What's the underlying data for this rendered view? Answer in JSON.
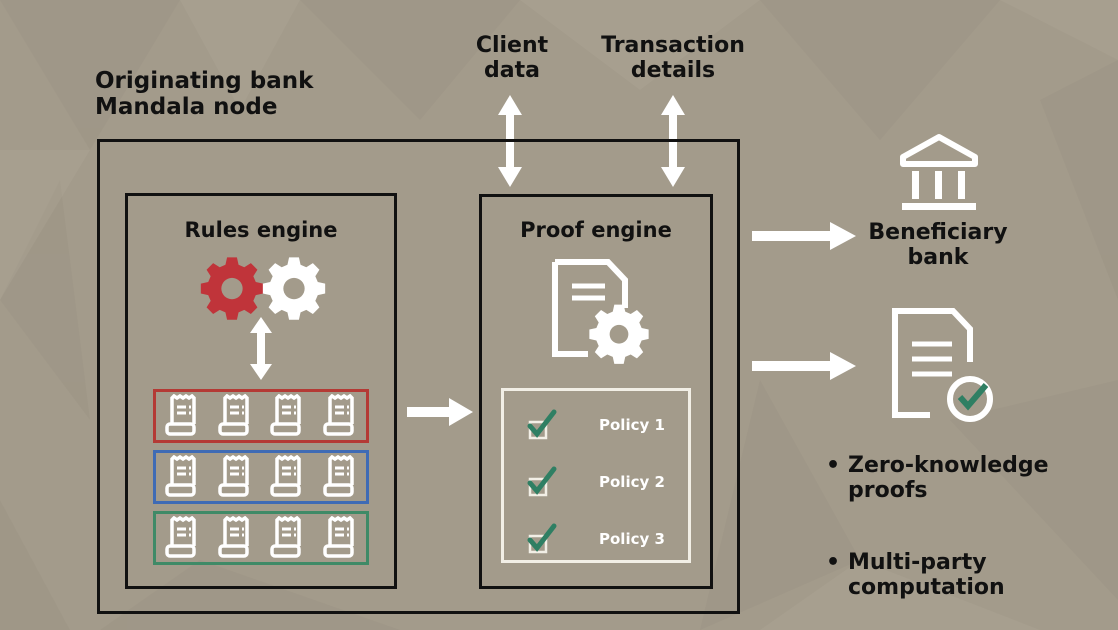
{
  "colors": {
    "background": "#a39b8b",
    "line": "#111111",
    "red_gear": "#c0343a",
    "ruleset_red": "#b43a35",
    "ruleset_blue": "#3f6bb5",
    "ruleset_green": "#3f8a67",
    "check_green": "#2f7f63",
    "white": "#ffffff"
  },
  "labels": {
    "node_title_line1": "Originating bank",
    "node_title_line2": "Mandala node",
    "client_data_line1": "Client",
    "client_data_line2": "data",
    "transaction_line1": "Transaction",
    "transaction_line2": "details",
    "rules_engine": "Rules engine",
    "proof_engine": "Proof engine",
    "beneficiary_line1": "Beneficiary",
    "beneficiary_line2": "bank"
  },
  "policies": [
    {
      "label": "Policy 1",
      "checked": true
    },
    {
      "label": "Policy 2",
      "checked": true
    },
    {
      "label": "Policy 3",
      "checked": true
    }
  ],
  "rulesets": [
    {
      "color_key": "ruleset_red",
      "documents": 4
    },
    {
      "color_key": "ruleset_blue",
      "documents": 4
    },
    {
      "color_key": "ruleset_green",
      "documents": 4
    }
  ],
  "bullets": [
    {
      "line1": "Zero-knowledge",
      "line2": "proofs"
    },
    {
      "line1": "Multi-party",
      "line2": "computation"
    }
  ],
  "icons": {
    "gears": "gears-icon",
    "proof_doc": "document-gear-icon",
    "bank": "bank-icon",
    "verified_doc": "document-check-icon",
    "rule_doc": "receipt-icon"
  }
}
